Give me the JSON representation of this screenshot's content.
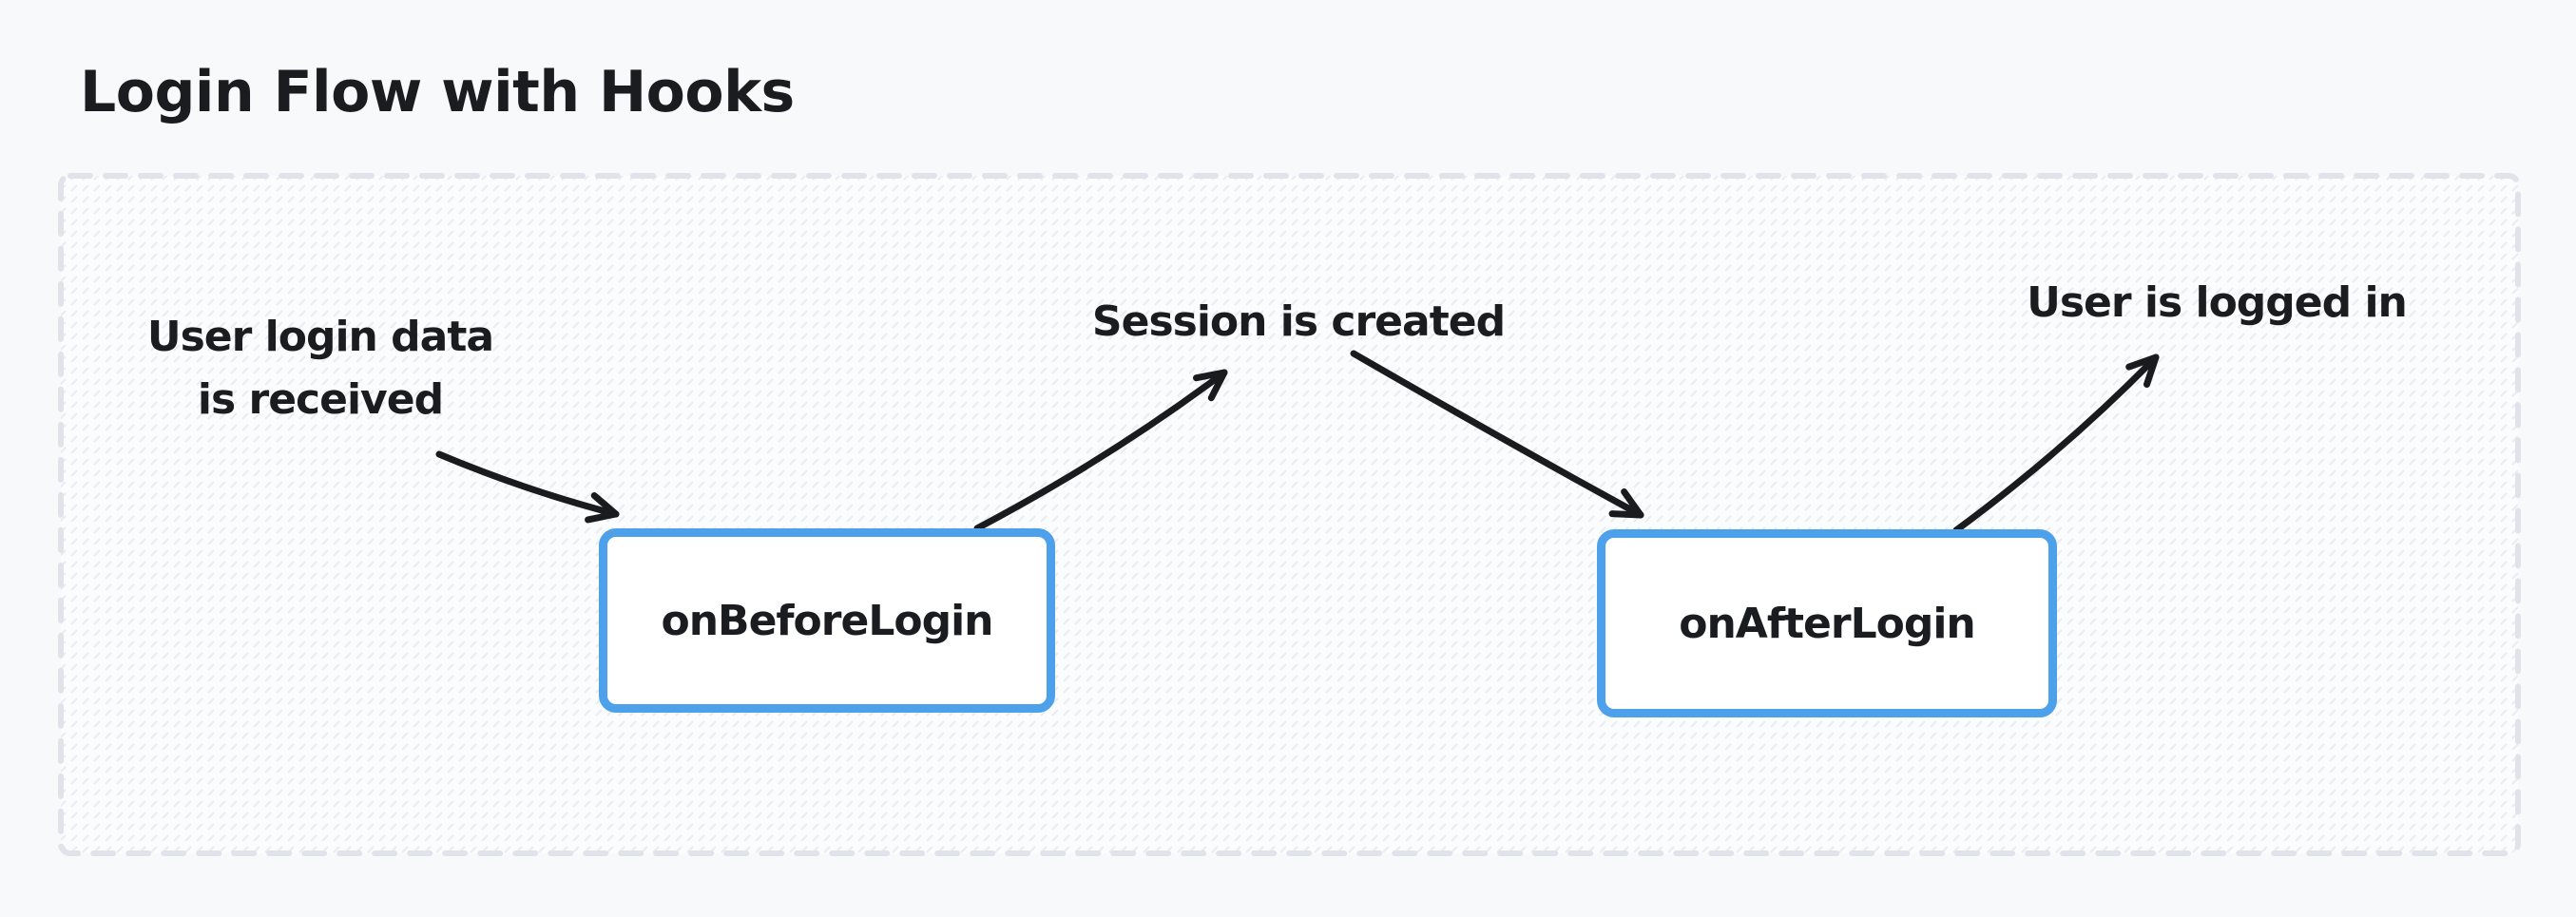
{
  "page": {
    "title": "Login Flow with Hooks"
  },
  "diagram": {
    "annotations": {
      "received": {
        "line1": "User login data",
        "line2": "is received"
      },
      "session": {
        "text": "Session is created"
      },
      "logged_in": {
        "text": "User is logged in"
      }
    },
    "nodes": {
      "before": {
        "label": "onBeforeLogin"
      },
      "after": {
        "label": "onAfterLogin"
      }
    },
    "arrows": [
      {
        "name": "login-data-to-onbeforelogin",
        "from": "annotation-user-login-data",
        "to": "node-onbeforelogin"
      },
      {
        "name": "onbeforelogin-to-session-created",
        "from": "node-onbeforelogin",
        "to": "annotation-session-created"
      },
      {
        "name": "session-created-to-onafterlogin",
        "from": "annotation-session-created",
        "to": "node-onafterlogin"
      },
      {
        "name": "onafterlogin-to-user-logged-in",
        "from": "node-onafterlogin",
        "to": "annotation-user-logged-in"
      }
    ],
    "colors": {
      "page_background": "#f8f9fb",
      "canvas_background": "#fbfcfd",
      "hatch_mark": "#e8ebf0",
      "dashed_border": "#e0e3e9",
      "node_border": "#4da0ea",
      "node_fill": "#ffffff",
      "arrow": "#1a1b1e",
      "text": "#1b1c20"
    }
  }
}
